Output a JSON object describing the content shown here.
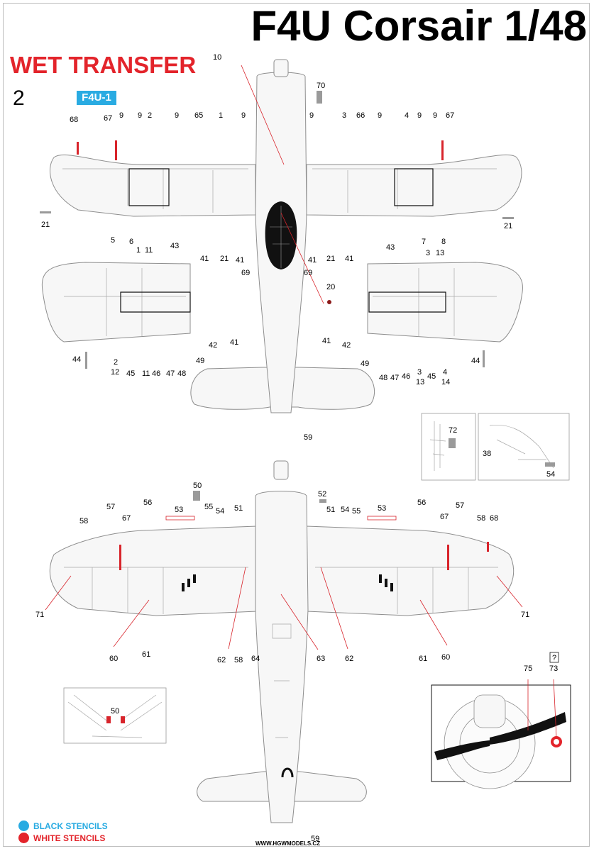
{
  "header": {
    "title": "F4U Corsair 1/48",
    "subtitle": "WET TRANSFER",
    "sheet_number": "2",
    "variant_badge": "F4U-1"
  },
  "legend": {
    "black_label": "BLACK STENCILS",
    "black_color": "#29abe2",
    "white_label": "WHITE STENCILS",
    "white_color": "#e3242b"
  },
  "footer": {
    "url": "WWW.HGWMODELS.CZ"
  },
  "callouts": {
    "top_view": [
      "10",
      "70",
      "68",
      "67",
      "9",
      "9",
      "2",
      "9",
      "65",
      "1",
      "9",
      "9",
      "3",
      "66",
      "9",
      "4",
      "9",
      "9",
      "67",
      "21",
      "21",
      "5",
      "6",
      "7",
      "8",
      "1",
      "11",
      "43",
      "43",
      "3",
      "13",
      "41",
      "21",
      "41",
      "41",
      "21",
      "41",
      "69",
      "69",
      "20",
      "41",
      "41",
      "42",
      "42",
      "44",
      "44",
      "2",
      "12",
      "45",
      "11",
      "46",
      "47",
      "48",
      "49",
      "49",
      "48",
      "47",
      "46",
      "3",
      "13",
      "45",
      "4",
      "14",
      "59"
    ],
    "bottom_view": [
      "50",
      "52",
      "57",
      "56",
      "53",
      "55",
      "54",
      "51",
      "51",
      "54",
      "55",
      "53",
      "56",
      "57",
      "58",
      "67",
      "67",
      "58",
      "68",
      "71",
      "71",
      "60",
      "61",
      "62",
      "58",
      "64",
      "63",
      "62",
      "61",
      "60",
      "59"
    ],
    "detail_gear": [
      "72",
      "38",
      "54"
    ],
    "detail_gun": [
      "50"
    ],
    "detail_prop": [
      "75",
      "73",
      "?"
    ]
  }
}
